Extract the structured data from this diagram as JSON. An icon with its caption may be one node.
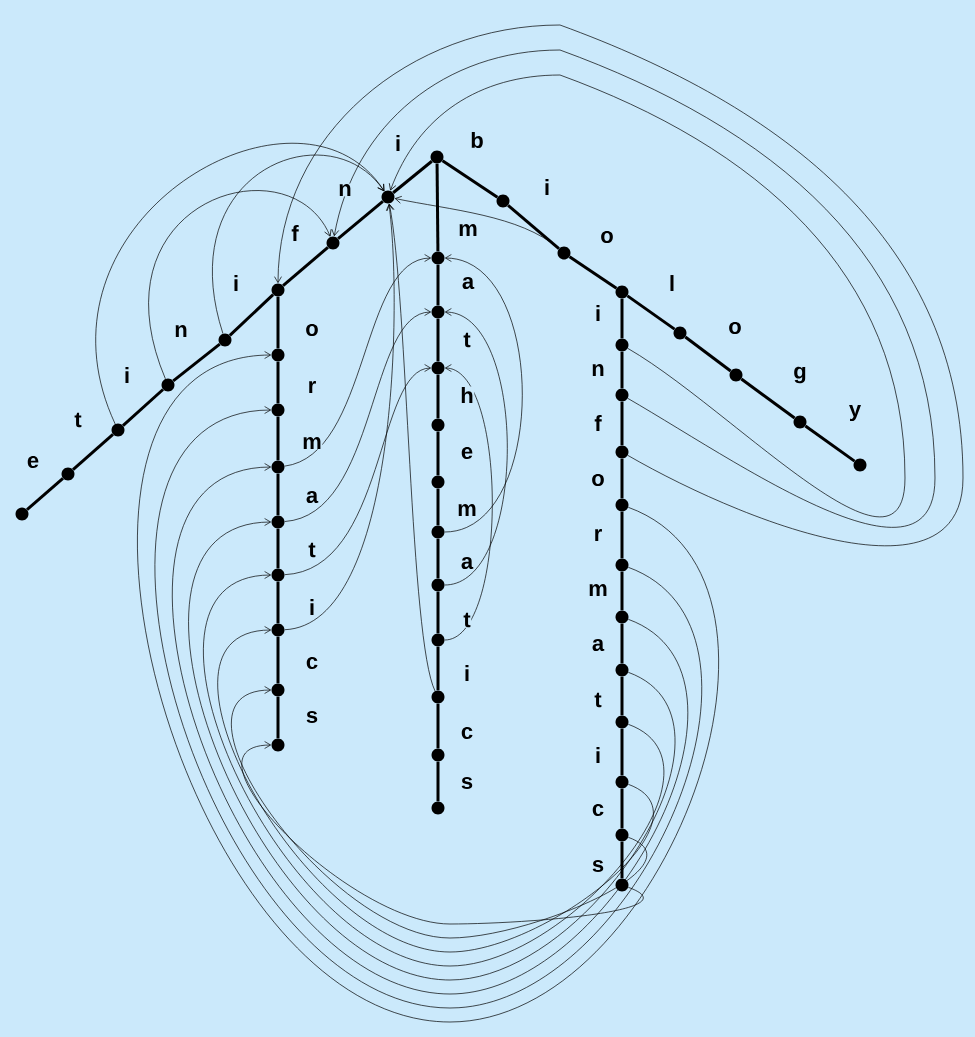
{
  "diagram": {
    "nodes": [
      {
        "text": [],
        "shape": "circle"
      },
      {
        "text": [],
        "shape": "circle"
      },
      {
        "text": [],
        "shape": "circle"
      },
      {
        "text": [],
        "shape": "circle"
      },
      {
        "text": [],
        "shape": "circle"
      },
      {
        "text": [],
        "shape": "circle"
      },
      {
        "text": [],
        "shape": "circle"
      },
      {
        "text": [],
        "shape": "circle"
      },
      {
        "text": [],
        "shape": "circle"
      },
      {
        "text": [],
        "shape": "circle"
      },
      {
        "text": [],
        "shape": "circle"
      },
      {
        "text": [],
        "shape": "circle"
      },
      {
        "text": [],
        "shape": "circle"
      },
      {
        "text": [],
        "shape": "circle"
      },
      {
        "text": [],
        "shape": "circle"
      },
      {
        "text": [],
        "shape": "circle"
      },
      {
        "text": [],
        "shape": "circle"
      },
      {
        "text": [],
        "shape": "circle"
      },
      {
        "text": [],
        "shape": "circle"
      },
      {
        "text": [],
        "shape": "circle"
      },
      {
        "text": [],
        "shape": "circle"
      },
      {
        "text": [],
        "shape": "circle"
      },
      {
        "text": [],
        "shape": "circle"
      },
      {
        "text": [],
        "shape": "circle"
      },
      {
        "text": [],
        "shape": "circle"
      },
      {
        "text": [],
        "shape": "circle"
      },
      {
        "text": [],
        "shape": "circle"
      },
      {
        "text": [],
        "shape": "circle"
      },
      {
        "text": [],
        "shape": "circle"
      },
      {
        "text": [],
        "shape": "circle"
      },
      {
        "text": [],
        "shape": "circle"
      },
      {
        "text": [],
        "shape": "circle"
      },
      {
        "text": [],
        "shape": "circle"
      },
      {
        "text": [],
        "shape": "circle"
      },
      {
        "text": [],
        "shape": "circle"
      },
      {
        "text": [],
        "shape": "circle"
      },
      {
        "text": [],
        "shape": "circle"
      },
      {
        "text": [],
        "shape": "circle"
      },
      {
        "text": [],
        "shape": "circle"
      },
      {
        "text": [],
        "shape": "circle"
      },
      {
        "text": [],
        "shape": "circle"
      },
      {
        "text": [],
        "shape": "circle"
      },
      {
        "text": [],
        "shape": "circle"
      },
      {
        "text": [],
        "shape": "circle"
      },
      {
        "text": [],
        "shape": "circle"
      },
      {
        "text": [],
        "shape": "circle"
      }
    ],
    "edges": [
      {
        "from": 0,
        "to": 1,
        "arrow": "none",
        "label": "i"
      },
      {
        "from": 1,
        "to": 2,
        "arrow": "none",
        "label": "n"
      },
      {
        "from": 2,
        "to": 3,
        "arrow": "none",
        "label": "f"
      },
      {
        "from": 3,
        "to": 4,
        "arrow": "none",
        "label": "i"
      },
      {
        "from": 4,
        "to": 5,
        "arrow": "none",
        "label": "n"
      },
      {
        "from": 5,
        "to": 6,
        "arrow": "none",
        "label": "i"
      },
      {
        "from": 6,
        "to": 7,
        "arrow": "none",
        "label": "t"
      },
      {
        "from": 7,
        "to": 8,
        "arrow": "none",
        "label": "e"
      },
      {
        "from": 3,
        "to": 9,
        "arrow": "none",
        "label": "o"
      },
      {
        "from": 9,
        "to": 10,
        "arrow": "none",
        "label": "r"
      },
      {
        "from": 10,
        "to": 11,
        "arrow": "none",
        "label": "m"
      },
      {
        "from": 11,
        "to": 12,
        "arrow": "none",
        "label": "a"
      },
      {
        "from": 12,
        "to": 13,
        "arrow": "none",
        "label": "t"
      },
      {
        "from": 13,
        "to": 14,
        "arrow": "none",
        "label": "i"
      },
      {
        "from": 14,
        "to": 15,
        "arrow": "none",
        "label": "c"
      },
      {
        "from": 15,
        "to": 16,
        "arrow": "none",
        "label": "s"
      },
      {
        "from": 0,
        "to": 17,
        "arrow": "none",
        "label": "m"
      },
      {
        "from": 17,
        "to": 18,
        "arrow": "none",
        "label": "a"
      },
      {
        "from": 18,
        "to": 19,
        "arrow": "none",
        "label": "t"
      },
      {
        "from": 19,
        "to": 20,
        "arrow": "none",
        "label": "h"
      },
      {
        "from": 20,
        "to": 21,
        "arrow": "none",
        "label": "e"
      },
      {
        "from": 21,
        "to": 22,
        "arrow": "none",
        "label": "m"
      },
      {
        "from": 22,
        "to": 23,
        "arrow": "none",
        "label": "a"
      },
      {
        "from": 23,
        "to": 24,
        "arrow": "none",
        "label": "t"
      },
      {
        "from": 24,
        "to": 25,
        "arrow": "none",
        "label": "i"
      },
      {
        "from": 25,
        "to": 26,
        "arrow": "none",
        "label": "c"
      },
      {
        "from": 26,
        "to": 27,
        "arrow": "none",
        "label": "s"
      },
      {
        "from": 0,
        "to": 28,
        "arrow": "none",
        "label": "b"
      },
      {
        "from": 28,
        "to": 29,
        "arrow": "none",
        "label": "i"
      },
      {
        "from": 29,
        "to": 30,
        "arrow": "none",
        "label": "o"
      },
      {
        "from": 30,
        "to": 31,
        "arrow": "none",
        "label": "l"
      },
      {
        "from": 31,
        "to": 32,
        "arrow": "none",
        "label": "o"
      },
      {
        "from": 32,
        "to": 33,
        "arrow": "none",
        "label": "g"
      },
      {
        "from": 33,
        "to": 34,
        "arrow": "none",
        "label": "y"
      },
      {
        "from": 30,
        "to": 35,
        "arrow": "none",
        "label": "i"
      },
      {
        "from": 35,
        "to": 36,
        "arrow": "none",
        "label": "n"
      },
      {
        "from": 36,
        "to": 37,
        "arrow": "none",
        "label": "f"
      },
      {
        "from": 37,
        "to": 38,
        "arrow": "none",
        "label": "o"
      },
      {
        "from": 38,
        "to": 39,
        "arrow": "none",
        "label": "r"
      },
      {
        "from": 39,
        "to": 40,
        "arrow": "none",
        "label": "m"
      },
      {
        "from": 40,
        "to": 41,
        "arrow": "none",
        "label": "a"
      },
      {
        "from": 41,
        "to": 42,
        "arrow": "none",
        "label": "t"
      },
      {
        "from": 42,
        "to": 43,
        "arrow": "none",
        "label": "i"
      },
      {
        "from": 43,
        "to": 44,
        "arrow": "none",
        "label": "c"
      },
      {
        "from": 44,
        "to": 45,
        "arrow": "none",
        "label": "s"
      },
      {
        "from": 4,
        "to": 1,
        "arrow": "to"
      },
      {
        "from": 5,
        "to": 2,
        "arrow": "to"
      },
      {
        "from": 6,
        "to": 1,
        "arrow": "to"
      },
      {
        "from": 11,
        "to": 17,
        "arrow": "to"
      },
      {
        "from": 12,
        "to": 18,
        "arrow": "to"
      },
      {
        "from": 13,
        "to": 19,
        "arrow": "to"
      },
      {
        "from": 14,
        "to": 1,
        "arrow": "to"
      },
      {
        "from": 22,
        "to": 17,
        "arrow": "to"
      },
      {
        "from": 23,
        "to": 18,
        "arrow": "to"
      },
      {
        "from": 24,
        "to": 19,
        "arrow": "to"
      },
      {
        "from": 25,
        "to": 1,
        "arrow": "to"
      },
      {
        "from": 29,
        "to": 1,
        "arrow": "to"
      },
      {
        "from": 35,
        "to": 1,
        "arrow": "to"
      },
      {
        "from": 36,
        "to": 2,
        "arrow": "to"
      },
      {
        "from": 37,
        "to": 3,
        "arrow": "to"
      },
      {
        "from": 38,
        "to": 9,
        "arrow": "to"
      },
      {
        "from": 39,
        "to": 10,
        "arrow": "to"
      },
      {
        "from": 40,
        "to": 11,
        "arrow": "to"
      },
      {
        "from": 41,
        "to": 12,
        "arrow": "to"
      },
      {
        "from": 42,
        "to": 13,
        "arrow": "to"
      },
      {
        "from": 43,
        "to": 14,
        "arrow": "to"
      },
      {
        "from": 44,
        "to": 15,
        "arrow": "to"
      },
      {
        "from": 45,
        "to": 16,
        "arrow": "to"
      }
    ]
  }
}
